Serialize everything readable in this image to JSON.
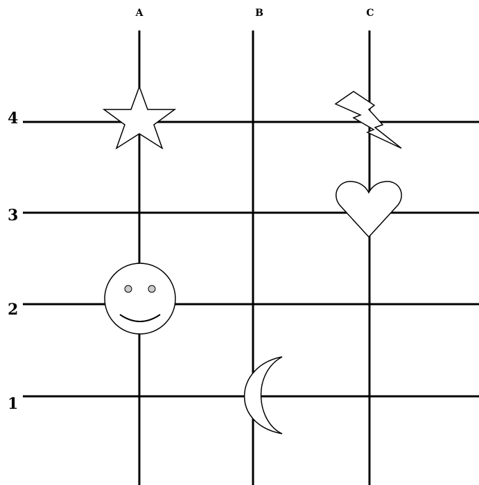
{
  "columns": [
    "A",
    "B",
    "C"
  ],
  "rows": [
    "4",
    "3",
    "2",
    "1"
  ],
  "shapes": [
    {
      "type": "star",
      "column": "A",
      "row": "4"
    },
    {
      "type": "lightning-bolt",
      "column": "C",
      "row": "4"
    },
    {
      "type": "heart",
      "column": "C",
      "row": "3"
    },
    {
      "type": "smiley-face",
      "column": "A",
      "row": "2"
    },
    {
      "type": "crescent-moon",
      "column": "B",
      "row": "1"
    }
  ],
  "colors": {
    "stroke": "#000000",
    "background": "#ffffff",
    "eyes": "#cccccc"
  }
}
